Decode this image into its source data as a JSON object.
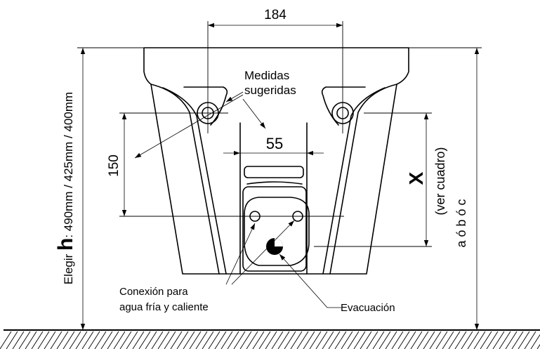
{
  "dimensions": {
    "top_width": "184",
    "inner_width": "55",
    "vertical_offset": "150"
  },
  "labels": {
    "medidas_line1": "Medidas",
    "medidas_line2": "sugeridas",
    "conexion_line1": "Conexión para",
    "conexion_line2": "agua fría y caliente",
    "evacuacion": "Evacuación"
  },
  "height_label": {
    "prefix": "Elegir ",
    "h": "h",
    "values": ": 490mm / 425mm / 400mm"
  },
  "x_label": {
    "x": "X",
    "ver_cuadro": "(ver cuadro)",
    "options": "a ó b ó c"
  }
}
